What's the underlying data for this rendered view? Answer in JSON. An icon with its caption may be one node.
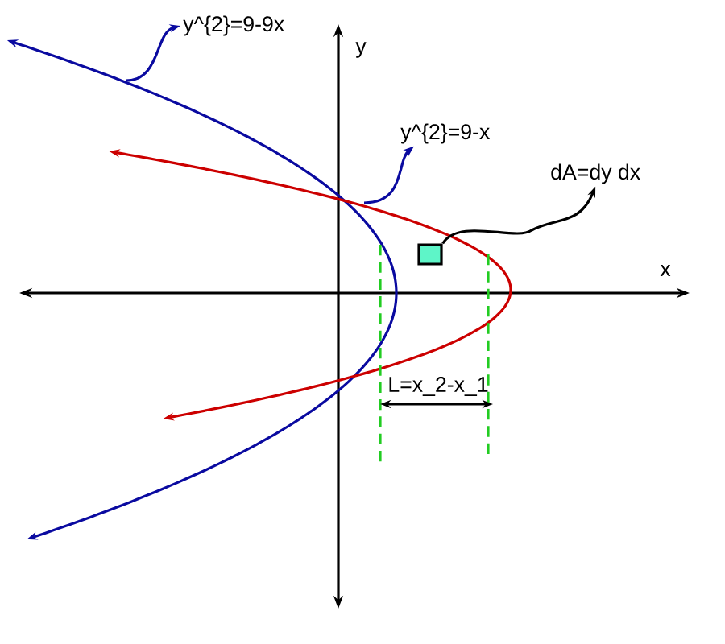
{
  "diagram": {
    "nodes": [
      {
        "text": [
          "y^{2}=9-9x"
        ]
      },
      {
        "text": [
          "y^{2}=9-x"
        ]
      },
      {
        "text": [
          "dA=dy dx"
        ]
      },
      {
        "text": [],
        "shape": "box"
      }
    ],
    "edges": [
      {
        "from": null,
        "to": 0,
        "arrow": "to"
      },
      {
        "from": null,
        "to": 1,
        "arrow": "to"
      },
      {
        "from": 3,
        "to": 2,
        "arrow": "to",
        "color": "#000000"
      }
    ],
    "labels": [
      "y",
      "x",
      "L=x_2-x_1"
    ]
  }
}
